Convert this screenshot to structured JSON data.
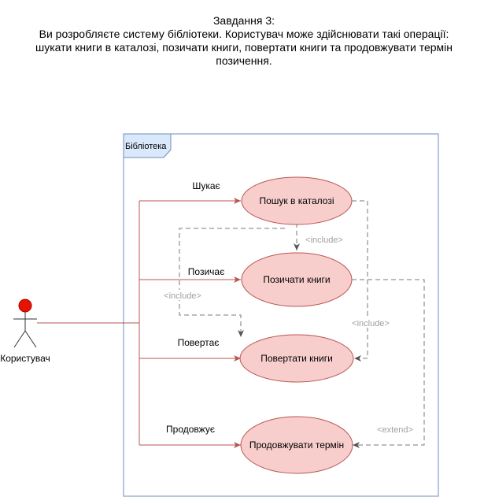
{
  "task": {
    "heading": "Завдання 3:",
    "lines": [
      "Ви розробляєте систему бібліотеки. Користувач може здійснювати такі операції:",
      "шукати книги в каталозі, позичати книги, повертати книги та продовжувати термін",
      "позичення."
    ]
  },
  "diagram": {
    "system_label": "Бібліотека",
    "actor": {
      "label": "Користувач"
    },
    "use_cases": {
      "search": "Пошук в каталозі",
      "borrow": "Позичати книги",
      "return": "Повертати книги",
      "extend": "Продовжувати термін"
    },
    "associations": {
      "search": "Шукає",
      "borrow": "Позичає",
      "return": "Повертає",
      "extend": "Продовжує"
    },
    "relations": {
      "search_borrow": "<include>",
      "search_return": "<include>",
      "search_return_right": "<include>",
      "borrow_extend": "<extend>"
    },
    "colors": {
      "usecase_fill": "#f8cecc",
      "usecase_stroke": "#b85450",
      "system_stroke": "#6c8ebf",
      "system_tab_fill": "#dae8fc",
      "actor_head": "#e51400",
      "association_line": "#b85450",
      "dashed_line": "#7a7a7a",
      "stereotype_text": "#a0a0a0"
    }
  }
}
